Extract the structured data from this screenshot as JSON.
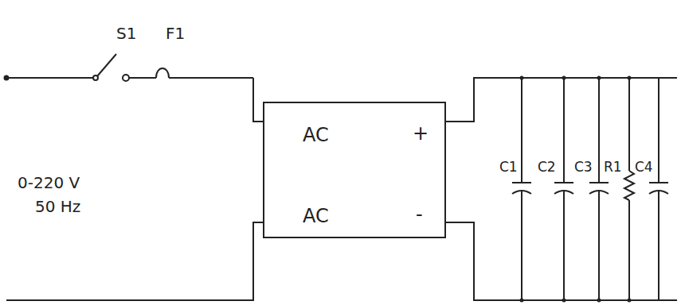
{
  "diagram": {
    "nodes": [
      {
        "text": [
          "AC",
          "+",
          "AC",
          "-"
        ]
      }
    ],
    "labels": [
      "S1",
      "F1",
      "0-220 V",
      "50 Hz",
      "C1",
      "C2",
      "C3",
      "R1",
      "C4"
    ]
  }
}
